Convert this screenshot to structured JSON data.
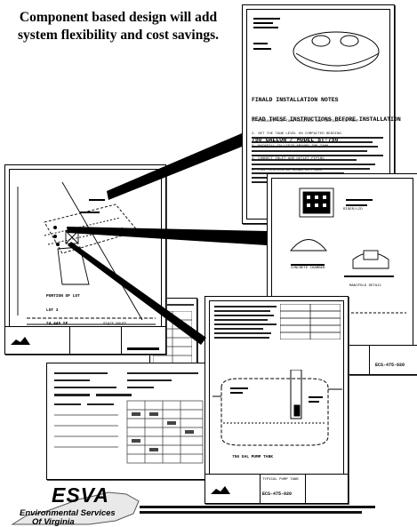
{
  "headline": {
    "line1": "Component based design will add",
    "line2": "system flexibility and cost savings."
  },
  "manual_sheet": {
    "title1": "FINALD INSTALLATION NOTES",
    "title2": "READ THESE INSTRUCTIONS BEFORE INSTALLATION",
    "title3": "750 GALLON / MODEL ST-750",
    "notes": [
      "1. EXCAVATE THE TANK LOCATION AND INSTALL THE PUMP",
      "2. SET THE TANK LEVEL ON COMPACTED BEDDING",
      "3. BACKFILL IN LIFTS AROUND THE TANK",
      "4. CONNECT INLET AND OUTLET PIPING",
      "5. PUMP STATION AS SHOWN ON PLANS"
    ]
  },
  "site_plan_sheet": {
    "lot_label1": "PORTION OF LOT",
    "lot_label2": "LOT 3",
    "lot_label3": "24,445 SF",
    "road_label": "STATE ROUTE"
  },
  "detail_sheet": {
    "label1": "RISER/LID",
    "label2": "CONCRETE CHAMBER",
    "label3": "MANIFOLD DETAIL",
    "sheet_no": "ECS-475-020"
  },
  "pump_sheet": {
    "sheet_no": "ECS-475-020",
    "tank_label": "750 GAL PUMP TANK",
    "title_label": "TYPICAL PUMP TANK"
  },
  "logo": {
    "name": "ESVA",
    "sub1": "Environmental Services",
    "sub2": "Of Virginia"
  }
}
